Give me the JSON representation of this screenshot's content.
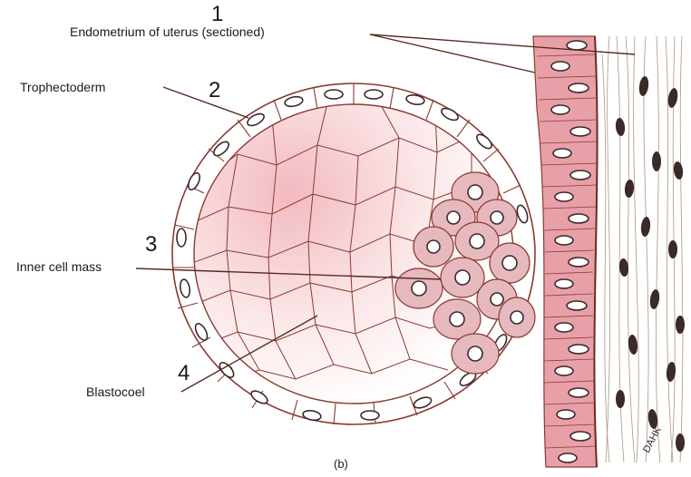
{
  "labels": {
    "endometrium": "Endometrium of uterus (sectioned)",
    "trophectoderm": "Trophectoderm",
    "inner_cell_mass": "Inner cell mass",
    "blastocoel": "Blastocoel"
  },
  "numbers": {
    "n1": "1",
    "n2": "2",
    "n3": "3",
    "n4": "4"
  },
  "caption": "(b)",
  "signature": "DAHK",
  "colors": {
    "endometrium_pink": "#e8a0a8",
    "interior_pink": "#f4c9cd",
    "cell_outline": "#8a3a2e",
    "nucleus_dark": "#3a2a2a",
    "icm_fill": "#e6b9bf"
  }
}
